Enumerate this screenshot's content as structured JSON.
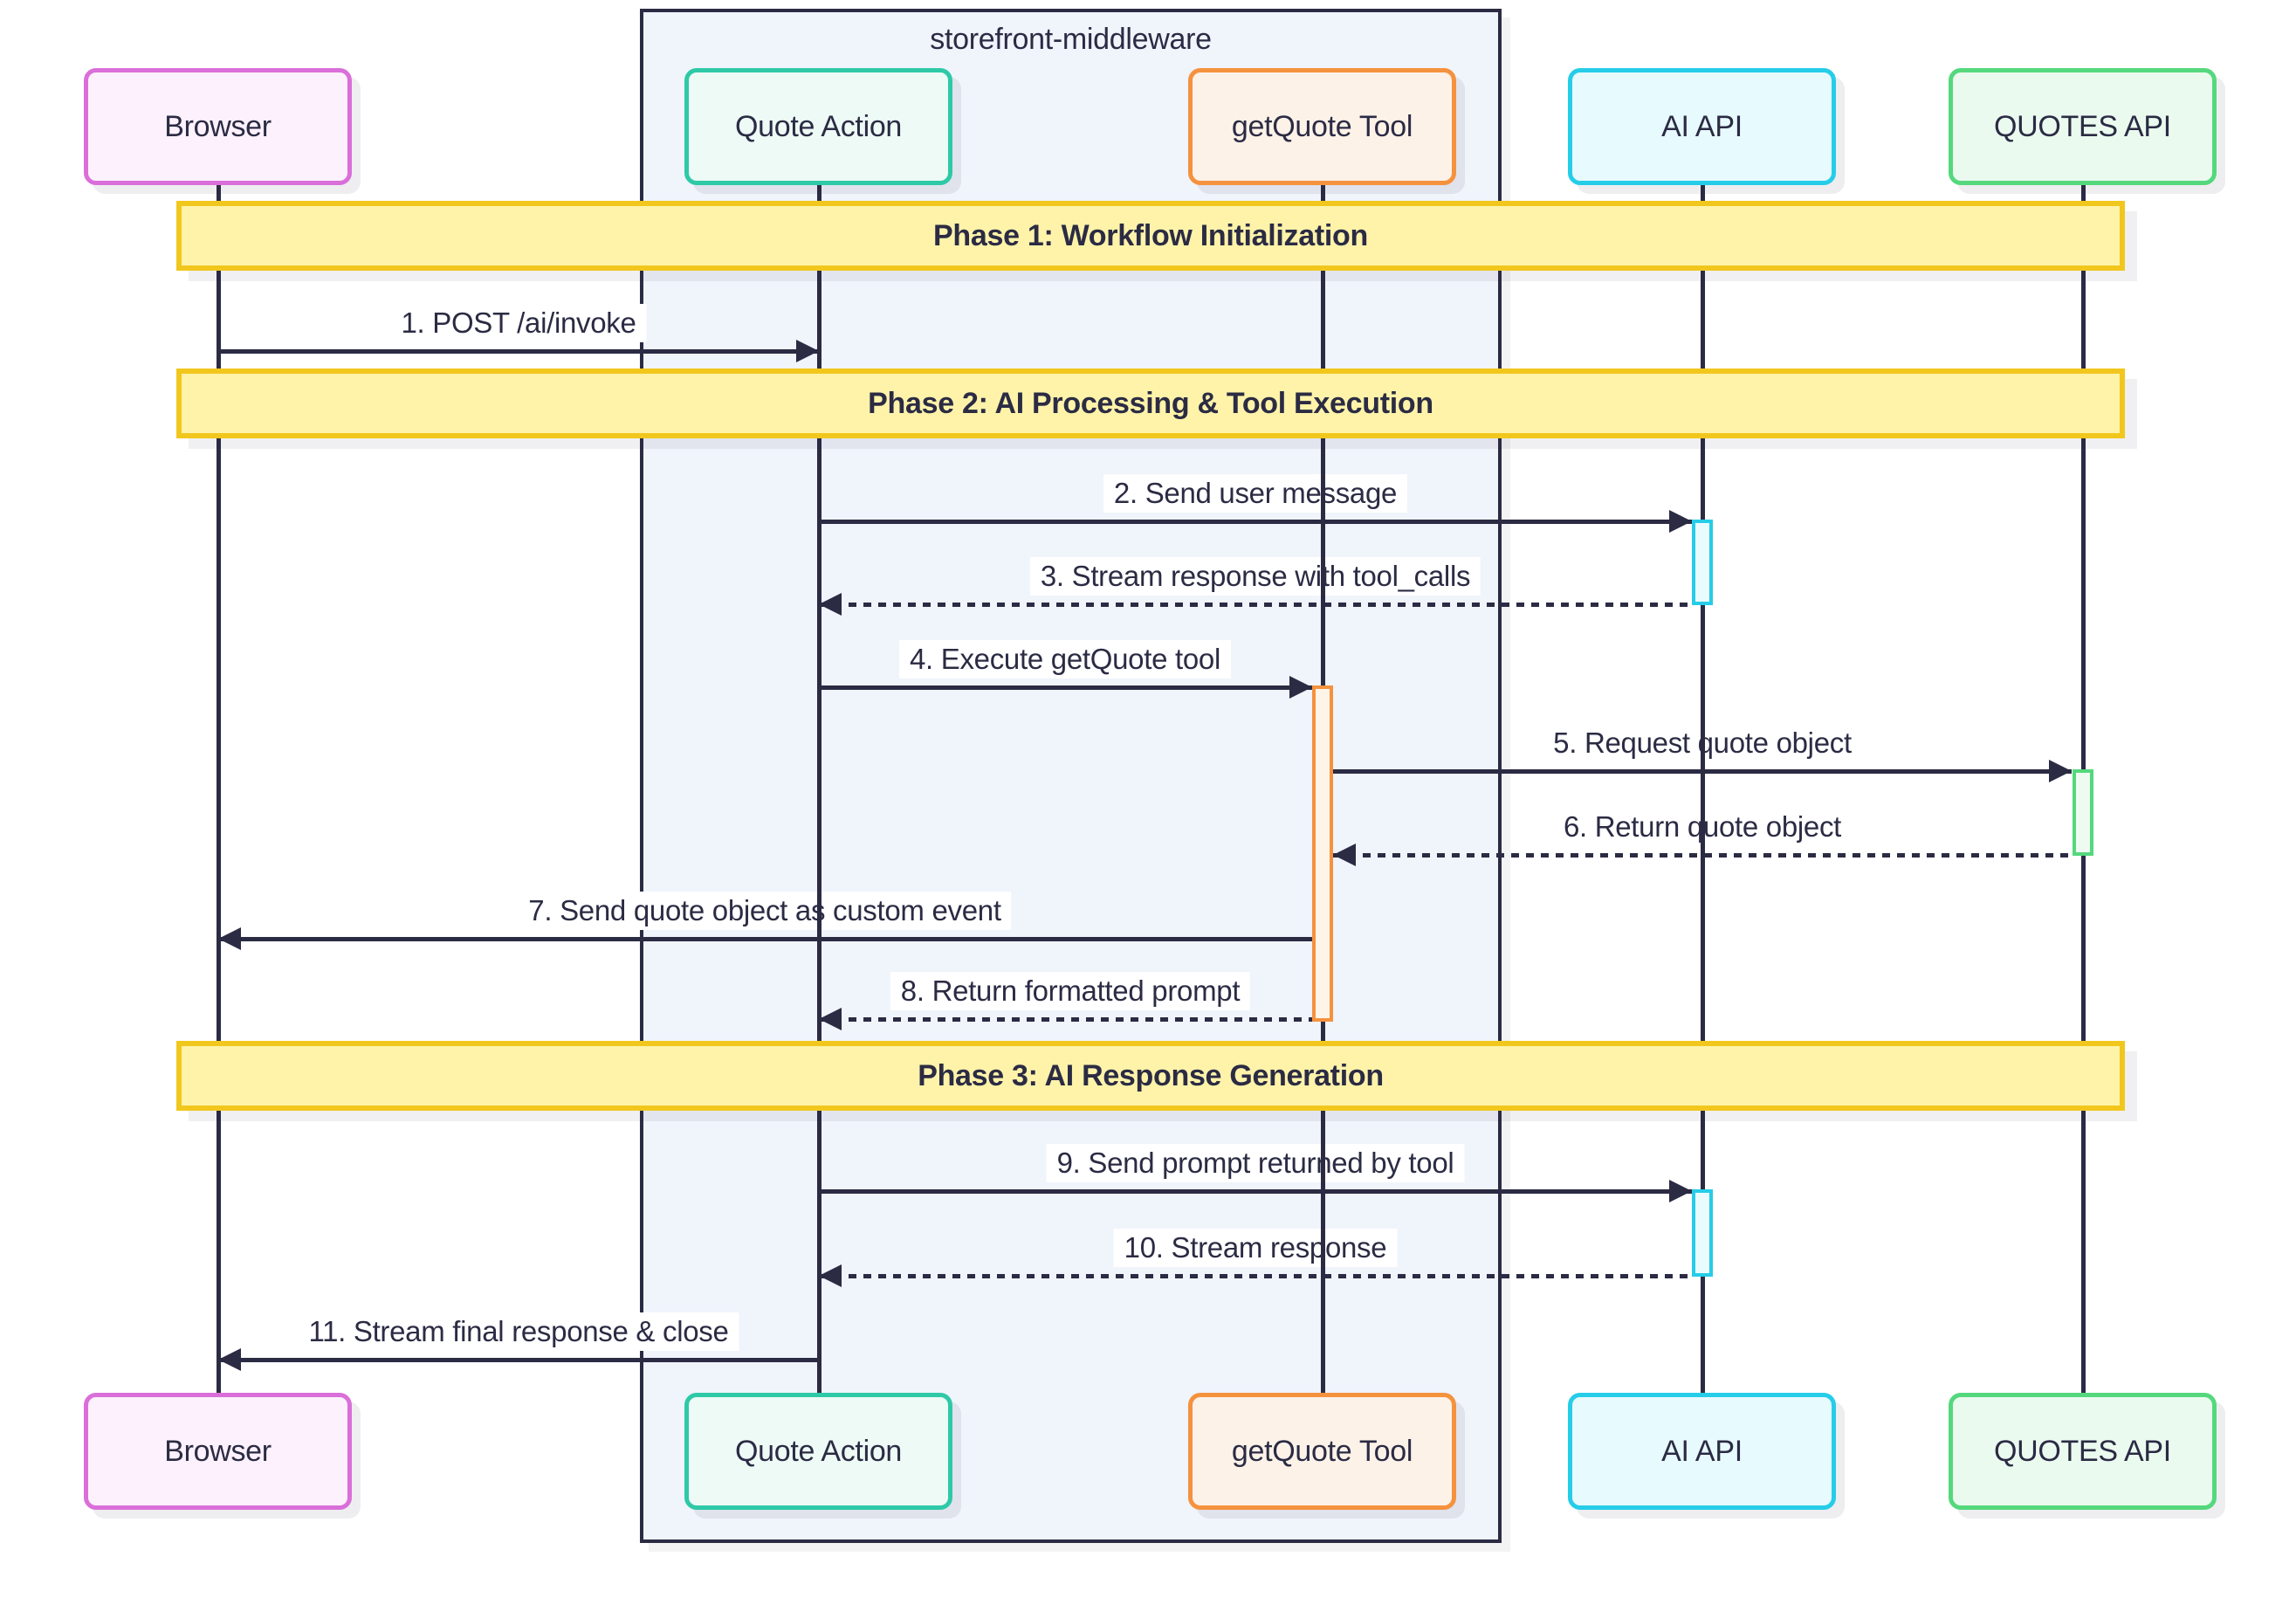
{
  "colors": {
    "ink": "#2b2b44",
    "background": "#ffffff",
    "container_fill": "#f0f4fb",
    "band_fill": "#fef3a9",
    "band_border": "#f2c71d",
    "browser_border": "#da6fda",
    "browser_fill": "#fcf1fc",
    "quote_action_border": "#2ec9a7",
    "quote_action_fill": "#edfaf5",
    "getquote_tool_border": "#f5923e",
    "getquote_tool_fill": "#fdf2e8",
    "ai_api_border": "#26cde8",
    "ai_api_fill": "#e7fafd",
    "quotes_api_border": "#55d87d",
    "quotes_api_fill": "#ebfaef"
  },
  "diagram": {
    "type": "sequence",
    "container_label": "storefront-middleware",
    "actors": [
      {
        "label": "Browser"
      },
      {
        "label": "Quote Action"
      },
      {
        "label": "getQuote Tool"
      },
      {
        "label": "AI API"
      },
      {
        "label": "QUOTES API"
      }
    ],
    "phases": [
      {
        "label": "Phase 1: Workflow Initialization"
      },
      {
        "label": "Phase 2: AI Processing & Tool Execution"
      },
      {
        "label": "Phase 3: AI Response Generation"
      }
    ],
    "messages": [
      {
        "label": "1. POST /ai/invoke",
        "from": "Browser",
        "to": "Quote Action",
        "line": "solid"
      },
      {
        "label": "2. Send user message",
        "from": "Quote Action",
        "to": "AI API",
        "line": "solid"
      },
      {
        "label": "3. Stream response with tool_calls",
        "from": "AI API",
        "to": "Quote Action",
        "line": "dotted"
      },
      {
        "label": "4. Execute getQuote tool",
        "from": "Quote Action",
        "to": "getQuote Tool",
        "line": "solid"
      },
      {
        "label": "5. Request quote object",
        "from": "getQuote Tool",
        "to": "QUOTES API",
        "line": "solid"
      },
      {
        "label": "6. Return quote object",
        "from": "QUOTES API",
        "to": "getQuote Tool",
        "line": "dotted"
      },
      {
        "label": "7. Send quote object as custom event",
        "from": "getQuote Tool",
        "to": "Browser",
        "line": "solid"
      },
      {
        "label": "8. Return formatted prompt",
        "from": "getQuote Tool",
        "to": "Quote Action",
        "line": "dotted"
      },
      {
        "label": "9. Send prompt returned by tool",
        "from": "Quote Action",
        "to": "AI API",
        "line": "solid"
      },
      {
        "label": "10. Stream response",
        "from": "AI API",
        "to": "Quote Action",
        "line": "dotted"
      },
      {
        "label": "11. Stream final response & close",
        "from": "Quote Action",
        "to": "Browser",
        "line": "solid"
      }
    ]
  }
}
